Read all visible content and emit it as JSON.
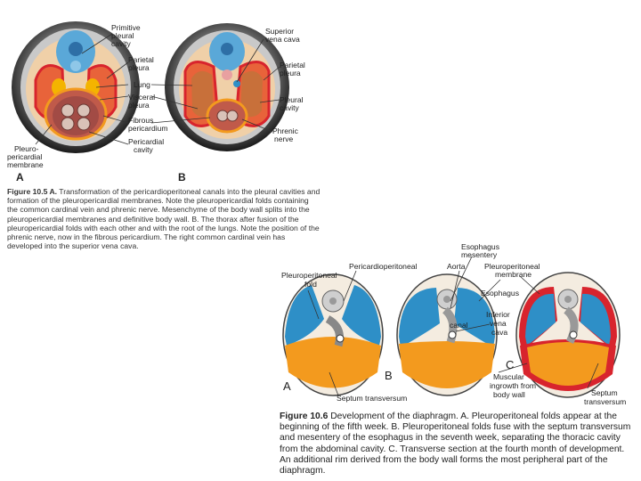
{
  "figure_10_5": {
    "labels": {
      "primitive_pleural_cavity": [
        "Primitive",
        "pleural",
        "cavity"
      ],
      "parietal_pleura_a": [
        "Parietal",
        "pleura"
      ],
      "lung": "Lung",
      "visceral_pleura": [
        "Visceral",
        "pleura"
      ],
      "fibrous_pericardium": [
        "Fibrous",
        "pericardium"
      ],
      "pericardial_cavity": [
        "Pericardial",
        "cavity"
      ],
      "pleuropericardial_membrane": [
        "Pleuro-",
        "pericardial",
        "membrane"
      ],
      "superior_vena_cava": [
        "Superior",
        "vena cava"
      ],
      "parietal_pleura_b": [
        "Parietal",
        "pleura"
      ],
      "pleural_cavity": [
        "Pleural",
        "cavity"
      ],
      "phrenic_nerve": [
        "Phrenic",
        "nerve"
      ],
      "panel_a": "A",
      "panel_b": "B"
    },
    "caption_title": "Figure 10.5 A.",
    "caption_text": "Transformation of the pericardioperitoneal canals into the pleural cavities and formation of the pleuropericardial membranes. Note the pleuropericardial folds containing the common cardinal vein and phrenic nerve. Mesenchyme of the body wall splits into the pleuropericardial membranes and definitive body wall. B. The thorax after fusion of the pleuropericardial folds with each other and with the root of the lungs. Note the position of the phrenic nerve, now in the fibrous pericardium. The right common cardinal vein has developed into the superior vena cava."
  },
  "figure_10_6": {
    "labels": {
      "esophagus_mesentery": [
        "Esophagus",
        "mesentery"
      ],
      "pericardioperitoneal": "Pericardioperitoneal",
      "aorta": "Aorta",
      "pleuroperitoneal_membrane": [
        "Pleuroperitoneal",
        "membrane"
      ],
      "pleuroperitoneal_fold": [
        "Pleuroperitoneal",
        "fold"
      ],
      "esophagus": "Esophagus",
      "canal": "canal",
      "inferior_vena_cava": [
        "Inferior",
        "vena",
        "cava"
      ],
      "muscular_ingrowth": [
        "Muscular",
        "ingrowth from",
        "body wall"
      ],
      "septum_transversum_a": "Septum transversum",
      "septum_transversum_c": [
        "Septum",
        "transversum"
      ],
      "panel_a": "A",
      "panel_b": "B",
      "panel_c": "C"
    },
    "caption_title": "Figure 10.6",
    "caption_text": "Development of the diaphragm. A. Pleuroperitoneal folds appear at the beginning of the fifth week. B. Pleuroperitoneal folds fuse with the septum transversum and mesentery of the esophagus in the seventh week, separating the thoracic cavity from the abdominal cavity. C. Transverse section at the fourth month of development. An additional rim derived from the body wall forms the most peripheral part of the diaphragm."
  },
  "colors": {
    "blue": "#2e8fc7",
    "orange": "#f39a1e",
    "red": "#d8242d",
    "tan": "#d9b28a",
    "pink": "#e8a0a0"
  }
}
